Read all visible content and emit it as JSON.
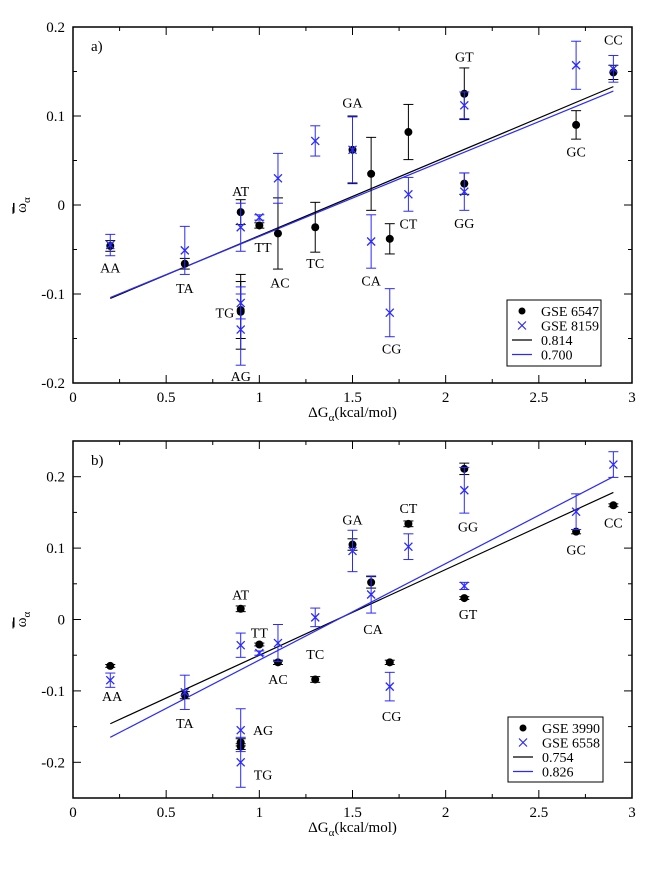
{
  "chart_data": [
    {
      "type": "scatter",
      "panel_label": "a)",
      "xlabel_main": "ΔG",
      "xlabel_sub": "α",
      "xlabel_unit": "(kcal/mol)",
      "ylabel_main": "ω",
      "ylabel_sub": "α",
      "xlim": [
        0,
        3
      ],
      "ylim": [
        -0.2,
        0.2
      ],
      "xticks": [
        0,
        0.5,
        1,
        1.5,
        2,
        2.5,
        3
      ],
      "xtick_labels": [
        "0",
        "0.5",
        "1",
        "1.5",
        "2",
        "2.5",
        "3"
      ],
      "yticks": [
        -0.2,
        -0.1,
        0,
        0.1,
        0.2
      ],
      "ytick_labels": [
        "-0.2",
        "-0.1",
        "0",
        "0.1",
        "0.2"
      ],
      "grid": false,
      "legend_position": "bottom-right",
      "series": [
        {
          "name": "GSE 6547",
          "marker": "circle",
          "color": "#000000",
          "points": [
            {
              "label": "AA",
              "x": 0.2,
              "y": -0.046,
              "err": 0.006
            },
            {
              "label": "TA",
              "x": 0.6,
              "y": -0.066,
              "err": 0.006
            },
            {
              "label": "AT",
              "x": 0.9,
              "y": -0.008,
              "err": 0.014
            },
            {
              "label": "TG",
              "x": 0.9,
              "y": -0.12,
              "err": 0.042
            },
            {
              "label": "AG",
              "x": 0.9,
              "y": -0.118,
              "err": 0.032
            },
            {
              "label": "TT",
              "x": 1.0,
              "y": -0.023,
              "err": 0.003
            },
            {
              "label": "AC",
              "x": 1.1,
              "y": -0.032,
              "err": 0.04
            },
            {
              "label": "TC",
              "x": 1.3,
              "y": -0.025,
              "err": 0.028
            },
            {
              "label": "GA",
              "x": 1.5,
              "y": 0.062,
              "err": 0.038
            },
            {
              "label": "CA",
              "x": 1.6,
              "y": 0.035,
              "err": 0.041
            },
            {
              "label": "CG",
              "x": 1.7,
              "y": -0.038,
              "err": 0.017
            },
            {
              "label": "CT",
              "x": 1.8,
              "y": 0.082,
              "err": 0.031
            },
            {
              "label": "GT",
              "x": 2.1,
              "y": 0.125,
              "err": 0.029
            },
            {
              "label": "GG",
              "x": 2.1,
              "y": 0.024,
              "err": 0.012
            },
            {
              "label": "GC",
              "x": 2.7,
              "y": 0.09,
              "err": 0.016
            },
            {
              "label": "CC",
              "x": 2.9,
              "y": 0.149,
              "err": 0.008
            }
          ]
        },
        {
          "name": "GSE 8159",
          "marker": "x",
          "color": "#2a2aff",
          "points": [
            {
              "label": "AA",
              "x": 0.2,
              "y": -0.045,
              "err": 0.012
            },
            {
              "label": "TA",
              "x": 0.6,
              "y": -0.051,
              "err": 0.027
            },
            {
              "label": "AT",
              "x": 0.9,
              "y": -0.025,
              "err": 0.027
            },
            {
              "label": "TG",
              "x": 0.9,
              "y": -0.11,
              "err": 0.018
            },
            {
              "label": "AG",
              "x": 0.9,
              "y": -0.14,
              "err": 0.04
            },
            {
              "label": "TT",
              "x": 1.0,
              "y": -0.014,
              "err": 0.003
            },
            {
              "label": "AC",
              "x": 1.1,
              "y": 0.03,
              "err": 0.028
            },
            {
              "label": "TC",
              "x": 1.3,
              "y": 0.072,
              "err": 0.017
            },
            {
              "label": "GA",
              "x": 1.5,
              "y": 0.062,
              "err": 0.037
            },
            {
              "label": "CA",
              "x": 1.6,
              "y": -0.041,
              "err": 0.03
            },
            {
              "label": "CG",
              "x": 1.7,
              "y": -0.121,
              "err": 0.027
            },
            {
              "label": "CT",
              "x": 1.8,
              "y": 0.012,
              "err": 0.019
            },
            {
              "label": "GT",
              "x": 2.1,
              "y": 0.112,
              "err": 0.015
            },
            {
              "label": "GG",
              "x": 2.1,
              "y": 0.015,
              "err": 0.021
            },
            {
              "label": "GC",
              "x": 2.7,
              "y": 0.157,
              "err": 0.027
            },
            {
              "label": "CC",
              "x": 2.9,
              "y": 0.153,
              "err": 0.015
            }
          ]
        }
      ],
      "fits": [
        {
          "name": "0.814",
          "color": "#000000",
          "x": [
            0.2,
            2.9
          ],
          "y": [
            -0.105,
            0.133
          ]
        },
        {
          "name": "0.700",
          "color": "#2a2aff",
          "x": [
            0.2,
            2.9
          ],
          "y": [
            -0.104,
            0.128
          ]
        }
      ]
    },
    {
      "type": "scatter",
      "panel_label": "b)",
      "xlabel_main": "ΔG",
      "xlabel_sub": "α",
      "xlabel_unit": "(kcal/mol)",
      "ylabel_main": "ω",
      "ylabel_sub": "α",
      "xlim": [
        0,
        3
      ],
      "ylim": [
        -0.25,
        0.25
      ],
      "xticks": [
        0,
        0.5,
        1,
        1.5,
        2,
        2.5,
        3
      ],
      "xtick_labels": [
        "0",
        "0.5",
        "1",
        "1.5",
        "2",
        "2.5",
        "3"
      ],
      "yticks": [
        -0.2,
        -0.1,
        0,
        0.1,
        0.2
      ],
      "ytick_labels": [
        "-0.2",
        "-0.1",
        "0",
        "0.1",
        "0.2"
      ],
      "grid": false,
      "legend_position": "bottom-right",
      "series": [
        {
          "name": "GSE 3990",
          "marker": "circle",
          "color": "#000000",
          "points": [
            {
              "label": "AA",
              "x": 0.2,
              "y": -0.065,
              "err": 0.002
            },
            {
              "label": "TA",
              "x": 0.6,
              "y": -0.106,
              "err": 0.005
            },
            {
              "label": "AT",
              "x": 0.9,
              "y": 0.015,
              "err": 0.004
            },
            {
              "label": "AG",
              "x": 0.9,
              "y": -0.172,
              "err": 0.005
            },
            {
              "label": "TG",
              "x": 0.9,
              "y": -0.178,
              "err": 0.004
            },
            {
              "label": "TT",
              "x": 1.0,
              "y": -0.035,
              "err": 0.002
            },
            {
              "label": "AC",
              "x": 1.1,
              "y": -0.06,
              "err": 0.003
            },
            {
              "label": "TC",
              "x": 1.3,
              "y": -0.084,
              "err": 0.004
            },
            {
              "label": "GA",
              "x": 1.5,
              "y": 0.105,
              "err": 0.008
            },
            {
              "label": "CA",
              "x": 1.6,
              "y": 0.052,
              "err": 0.008
            },
            {
              "label": "CG",
              "x": 1.7,
              "y": -0.06,
              "err": 0.003
            },
            {
              "label": "CT",
              "x": 1.8,
              "y": 0.134,
              "err": 0.004
            },
            {
              "label": "GG",
              "x": 2.1,
              "y": 0.211,
              "err": 0.008
            },
            {
              "label": "GT",
              "x": 2.1,
              "y": 0.03,
              "err": 0.002
            },
            {
              "label": "GC",
              "x": 2.7,
              "y": 0.123,
              "err": 0.003
            },
            {
              "label": "CC",
              "x": 2.9,
              "y": 0.16,
              "err": 0.002
            }
          ]
        },
        {
          "name": "GSE 6558",
          "marker": "x",
          "color": "#2a2aff",
          "points": [
            {
              "label": "AA",
              "x": 0.2,
              "y": -0.085,
              "err": 0.01
            },
            {
              "label": "TA",
              "x": 0.6,
              "y": -0.102,
              "err": 0.024
            },
            {
              "label": "AT",
              "x": 0.9,
              "y": -0.036,
              "err": 0.017
            },
            {
              "label": "AG",
              "x": 0.9,
              "y": -0.155,
              "err": 0.03
            },
            {
              "label": "TG",
              "x": 0.9,
              "y": -0.2,
              "err": 0.035
            },
            {
              "label": "TT",
              "x": 1.0,
              "y": -0.047,
              "err": 0.003
            },
            {
              "label": "AC",
              "x": 1.1,
              "y": -0.033,
              "err": 0.026
            },
            {
              "label": "TC",
              "x": 1.3,
              "y": 0.003,
              "err": 0.013
            },
            {
              "label": "GA",
              "x": 1.5,
              "y": 0.096,
              "err": 0.029
            },
            {
              "label": "CA",
              "x": 1.6,
              "y": 0.035,
              "err": 0.026
            },
            {
              "label": "CG",
              "x": 1.7,
              "y": -0.094,
              "err": 0.02
            },
            {
              "label": "CT",
              "x": 1.8,
              "y": 0.102,
              "err": 0.018
            },
            {
              "label": "GG",
              "x": 2.1,
              "y": 0.181,
              "err": 0.032
            },
            {
              "label": "GT",
              "x": 2.1,
              "y": 0.047,
              "err": 0.005
            },
            {
              "label": "GC",
              "x": 2.7,
              "y": 0.151,
              "err": 0.025
            },
            {
              "label": "CC",
              "x": 2.9,
              "y": 0.217,
              "err": 0.018
            }
          ]
        }
      ],
      "fits": [
        {
          "name": "0.754",
          "color": "#000000",
          "x": [
            0.2,
            2.9
          ],
          "y": [
            -0.146,
            0.178
          ]
        },
        {
          "name": "0.826",
          "color": "#2a2aff",
          "x": [
            0.2,
            2.9
          ],
          "y": [
            -0.165,
            0.2
          ]
        }
      ]
    }
  ]
}
